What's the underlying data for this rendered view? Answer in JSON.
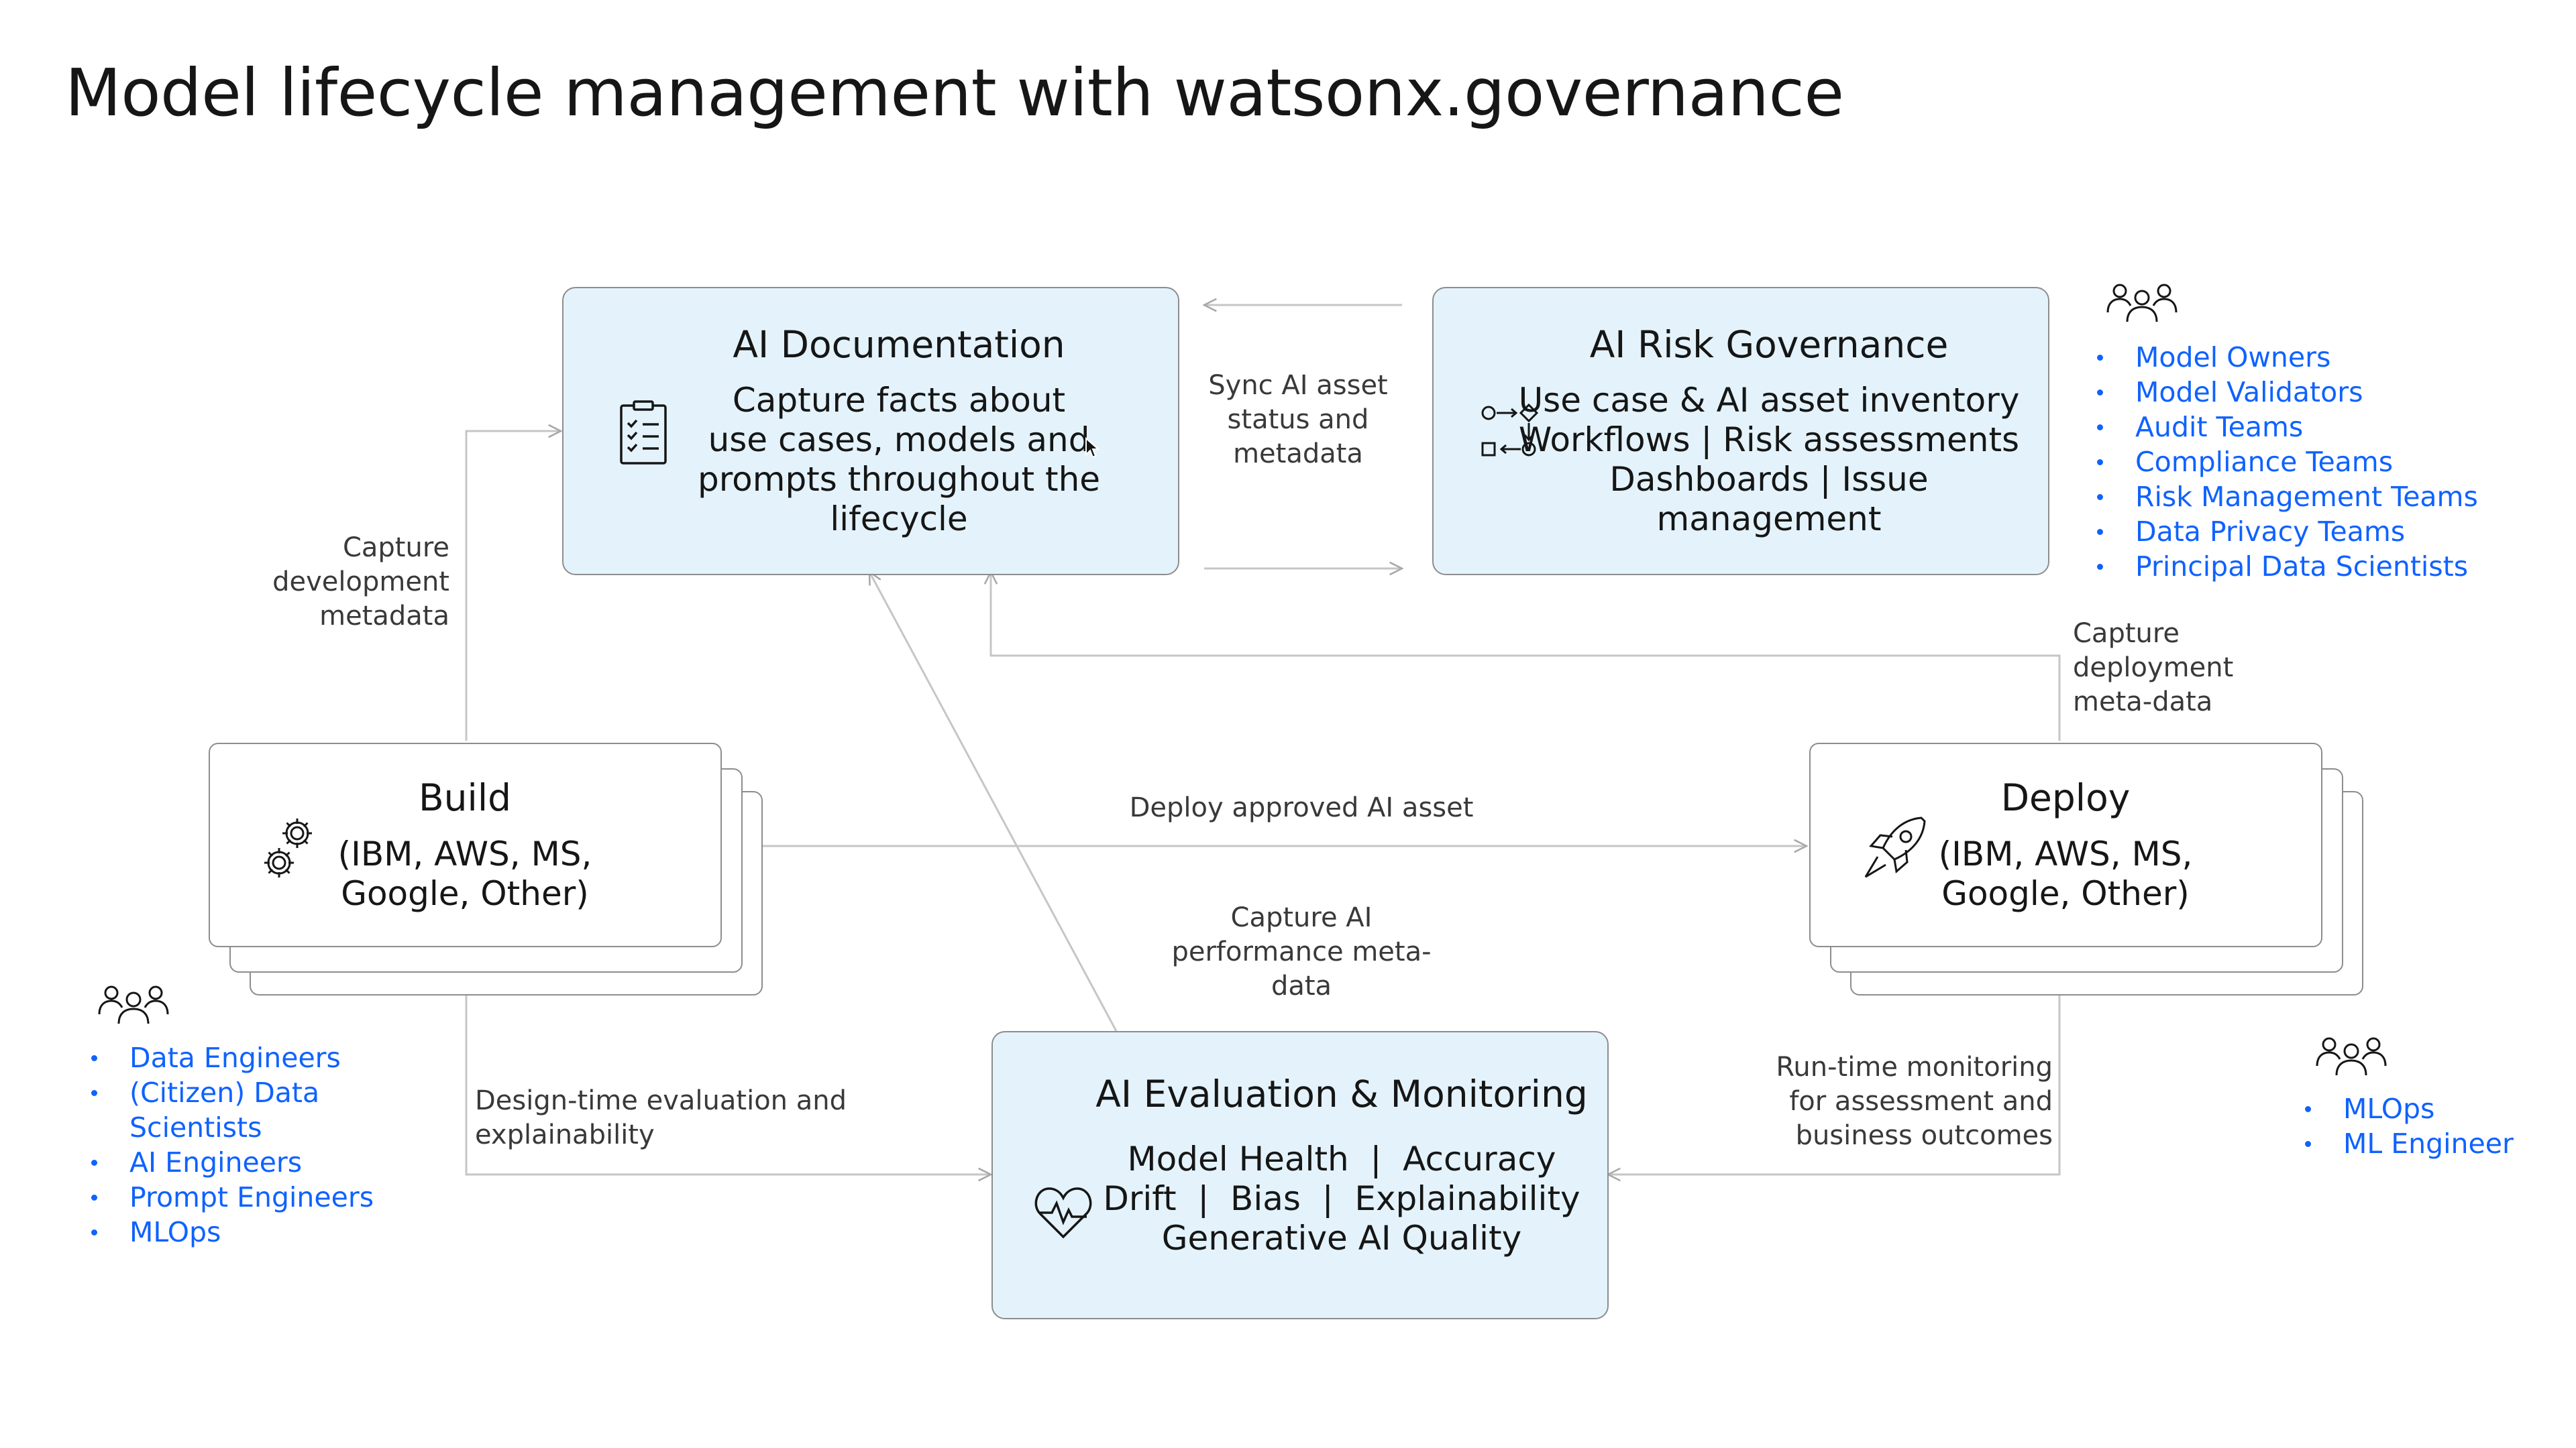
{
  "title": "Model lifecycle management with watsonx.governance",
  "nodes": {
    "ai_documentation": {
      "title": "AI Documentation",
      "lines": [
        "Capture facts about",
        "use cases, models and",
        "prompts throughout the",
        "lifecycle"
      ],
      "icon": "clipboard-checklist-icon"
    },
    "ai_risk_governance": {
      "title": "AI Risk Governance",
      "lines": [
        "Use case & AI asset inventory",
        "Workflows | Risk assessments",
        "Dashboards | Issue",
        "management"
      ],
      "icon": "workflow-icon"
    },
    "build": {
      "title": "Build",
      "lines": [
        "(IBM, AWS, MS,",
        "Google, Other)"
      ],
      "icon": "gears-icon"
    },
    "deploy": {
      "title": "Deploy",
      "lines": [
        "(IBM, AWS, MS,",
        "Google, Other)"
      ],
      "icon": "rocket-icon"
    },
    "ai_evaluation": {
      "title": "AI Evaluation & Monitoring",
      "lines": [
        "Model Health  |  Accuracy",
        "Drift  |  Bias  |  Explainability",
        "Generative AI Quality"
      ],
      "icon": "heart-pulse-icon"
    }
  },
  "edge_labels": {
    "sync": [
      "Sync AI asset",
      "status and",
      "metadata"
    ],
    "capture_dev": [
      "Capture",
      "development",
      "metadata"
    ],
    "capture_deploy": [
      "Capture",
      "deployment",
      "meta-data"
    ],
    "deploy_approved": [
      "Deploy approved AI asset"
    ],
    "capture_perf": [
      "Capture AI",
      "performance meta-",
      "data"
    ],
    "design_time": [
      "Design-time evaluation and",
      "explainability"
    ],
    "runtime": [
      "Run-time monitoring",
      "for assessment and",
      "business outcomes"
    ]
  },
  "role_groups": {
    "governance": [
      "Model Owners",
      "Model Validators",
      "Audit Teams",
      "Compliance Teams",
      "Risk Management Teams",
      "Data Privacy Teams",
      "Principal Data Scientists"
    ],
    "build": [
      "Data Engineers",
      "(Citizen) Data",
      "Scientists",
      "AI Engineers",
      "Prompt Engineers",
      "MLOps"
    ],
    "deploy": [
      "MLOps",
      "ML Engineer"
    ]
  },
  "colors": {
    "highlight_fill": "#e4f3fb",
    "border": "#8d8d8d",
    "connector": "#c6c6c6",
    "role_text": "#0f62fe"
  }
}
